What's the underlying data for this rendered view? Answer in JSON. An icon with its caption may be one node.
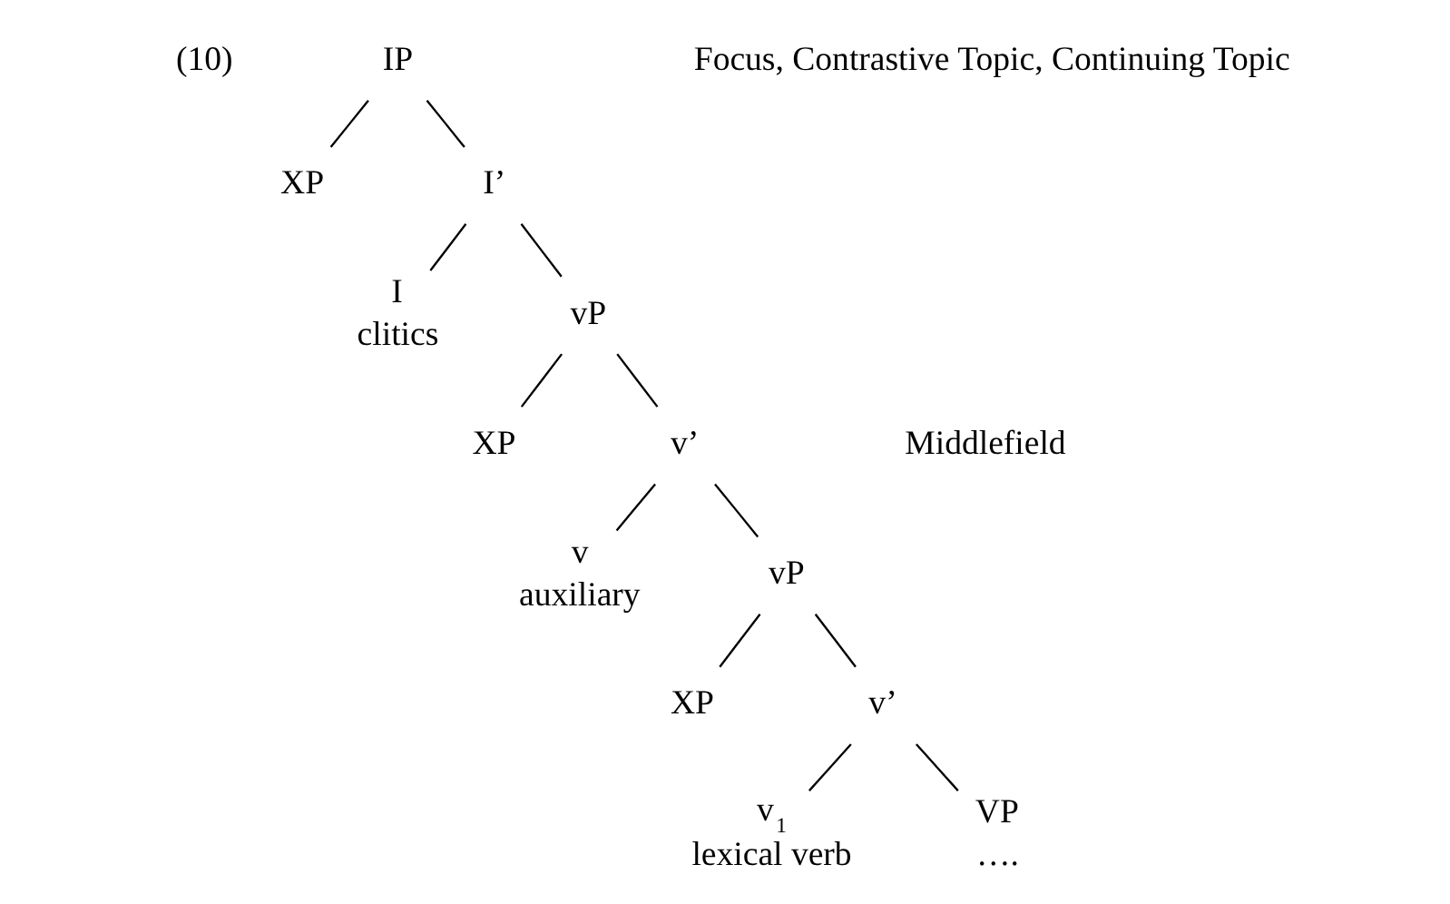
{
  "diagram": {
    "nodes": [
      {
        "text": [
          "IP"
        ]
      },
      {
        "text": [
          "XP"
        ]
      },
      {
        "text": [
          "I’"
        ]
      },
      {
        "text": [
          "I"
        ],
        "beside": [
          "clitics"
        ]
      },
      {
        "text": [
          "vP"
        ]
      },
      {
        "text": [
          "XP"
        ]
      },
      {
        "text": [
          "v’"
        ]
      },
      {
        "text": [
          "v"
        ],
        "beside": [
          "auxiliary"
        ]
      },
      {
        "text": [
          "vP"
        ]
      },
      {
        "text": [
          "XP"
        ]
      },
      {
        "text": [
          "v’"
        ]
      },
      {
        "text": [
          "v$_{1}$"
        ],
        "beside": [
          "lexical verb"
        ]
      },
      {
        "text": [
          "VP"
        ],
        "beside": [
          "…."
        ]
      }
    ],
    "edges": [
      {
        "from": 0,
        "to": 1,
        "arrow": "none"
      },
      {
        "from": 0,
        "to": 2,
        "arrow": "none"
      },
      {
        "from": 2,
        "to": 3,
        "arrow": "none"
      },
      {
        "from": 2,
        "to": 4,
        "arrow": "none"
      },
      {
        "from": 4,
        "to": 5,
        "arrow": "none"
      },
      {
        "from": 4,
        "to": 6,
        "arrow": "none"
      },
      {
        "from": 6,
        "to": 7,
        "arrow": "none"
      },
      {
        "from": 6,
        "to": 8,
        "arrow": "none"
      },
      {
        "from": 8,
        "to": 9,
        "arrow": "none"
      },
      {
        "from": 8,
        "to": 10,
        "arrow": "none"
      },
      {
        "from": 10,
        "to": 11,
        "arrow": "none"
      },
      {
        "from": 10,
        "to": 12,
        "arrow": "none"
      }
    ],
    "labels": [
      "(10)",
      "Focus, Contrastive Topic, Continuing Topic",
      "Middlefield"
    ]
  }
}
